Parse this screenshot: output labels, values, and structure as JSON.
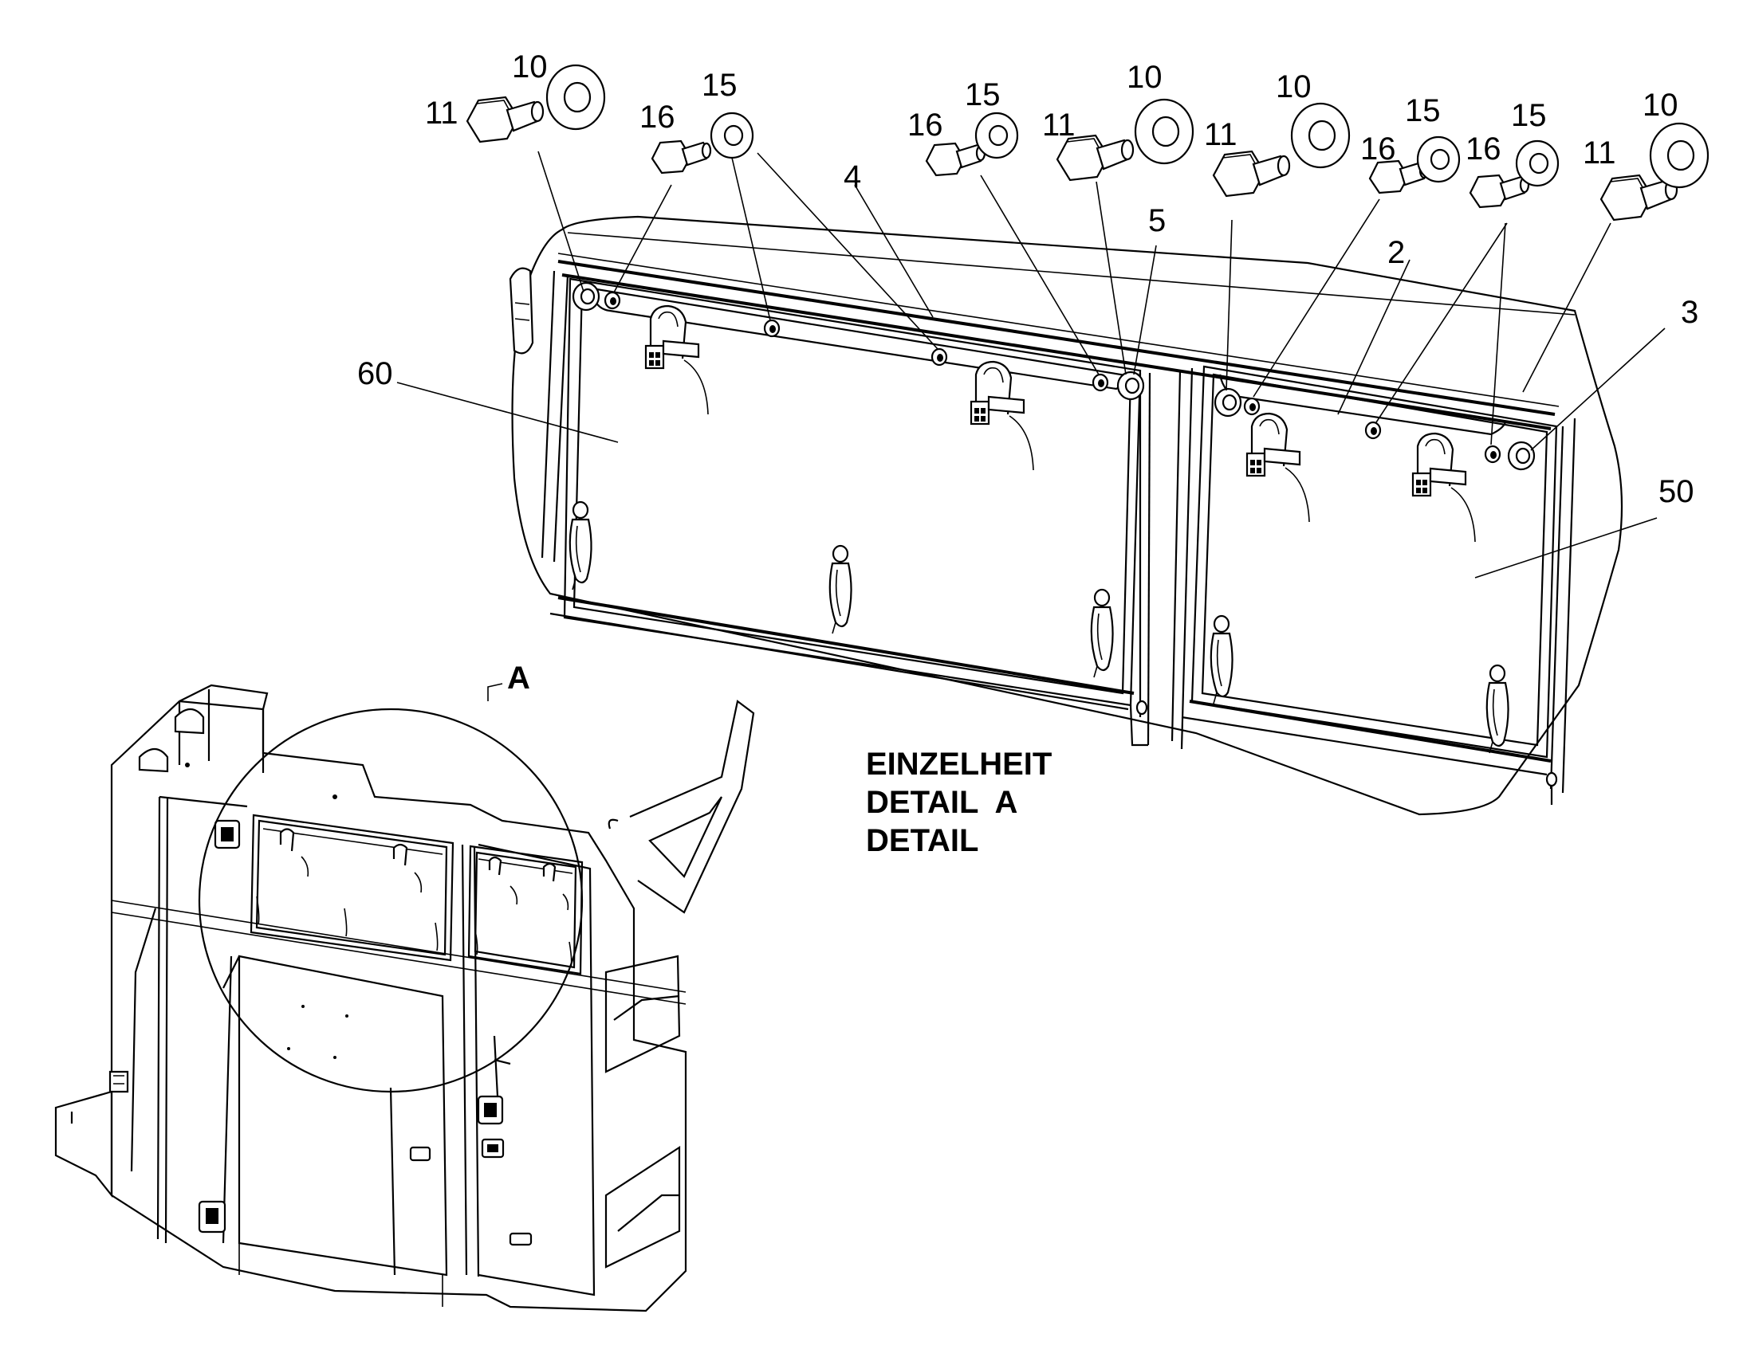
{
  "drawing": {
    "detail_callout_letter": "A",
    "detail_title_lines": [
      "EINZELHEIT",
      "DETAIL  A",
      "DETAIL"
    ]
  },
  "callouts": [
    {
      "id": "c10a",
      "text": "10"
    },
    {
      "id": "c11a",
      "text": "11"
    },
    {
      "id": "c15a",
      "text": "15"
    },
    {
      "id": "c16a",
      "text": "16"
    },
    {
      "id": "c4",
      "text": "4"
    },
    {
      "id": "c15b",
      "text": "15"
    },
    {
      "id": "c16b",
      "text": "16"
    },
    {
      "id": "c10b",
      "text": "10"
    },
    {
      "id": "c11b",
      "text": "11"
    },
    {
      "id": "c5",
      "text": "5"
    },
    {
      "id": "c10c",
      "text": "10"
    },
    {
      "id": "c11c",
      "text": "11"
    },
    {
      "id": "c15c",
      "text": "15"
    },
    {
      "id": "c16c",
      "text": "16"
    },
    {
      "id": "c15d",
      "text": "15"
    },
    {
      "id": "c16d",
      "text": "16"
    },
    {
      "id": "c10d",
      "text": "10"
    },
    {
      "id": "c11d",
      "text": "11"
    },
    {
      "id": "c2",
      "text": "2"
    },
    {
      "id": "c3",
      "text": "3"
    },
    {
      "id": "c60",
      "text": "60"
    },
    {
      "id": "c50",
      "text": "50"
    }
  ]
}
